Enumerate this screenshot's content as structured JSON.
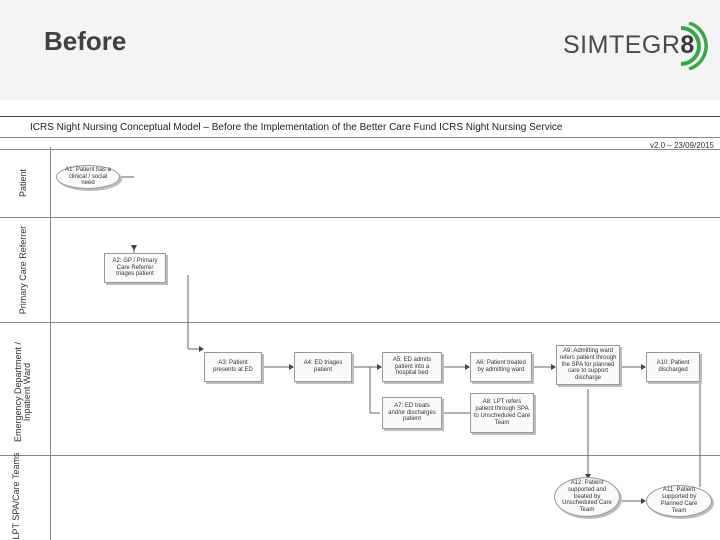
{
  "slide": {
    "title": "Before"
  },
  "logo": {
    "text": "SIMTEGR",
    "digit": "8",
    "colors": {
      "text": "#4a4a4a",
      "arcs": "#3aa64a"
    }
  },
  "diagram": {
    "title": "ICRS Night Nursing Conceptual Model – Before the Implementation of the Better Care Fund ICRS Night Nursing Service",
    "version": "v2.0 – 23/09/2015",
    "lanes": [
      {
        "label": "Patient"
      },
      {
        "label": "Primary Care Referrer"
      },
      {
        "label": "Emergency Department / Inpatient Ward"
      },
      {
        "label": "LPT SPA/Care Teams"
      }
    ],
    "nodes": {
      "a1": "A1: Patient has a clinical / social need",
      "a2": "A2: GP / Primary Care Referrer triages patient",
      "a3": "A3: Patient presents at ED",
      "a4": "A4: ED triages patient",
      "a5": "A5: ED admits patient into a hospital bed",
      "a6": "A6: Patient treated by admitting ward",
      "a7": "A7: ED treats and/or discharges patient",
      "a8": "A8: LPT refers patient through SPA to Unscheduled Care Team",
      "a9": "A9: Admitting ward refers patient through the SPA for planned care to support discharge",
      "a10": "A10: Patient discharged",
      "a11": "A11: Patient supported by Planned Care Team",
      "a12": "A12: Patient supported and treated by Unscheduled Care Team"
    }
  }
}
